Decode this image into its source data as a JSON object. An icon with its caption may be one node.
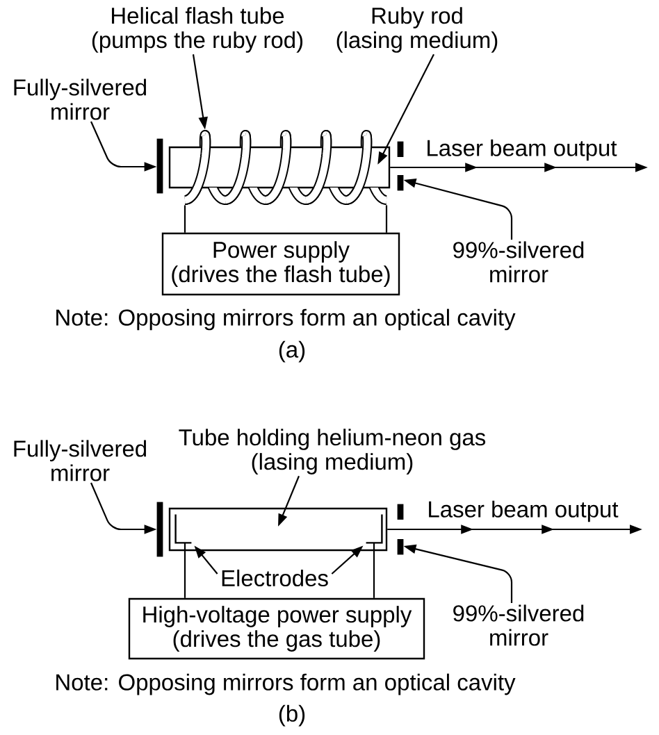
{
  "diagram": {
    "nodes": [
      {
        "text": [
          "Helical flash tube",
          "(pumps the ruby rod)"
        ]
      },
      {
        "text": [],
        "shape": "coil"
      },
      {
        "text": [
          "Fully-silvered mirror"
        ]
      },
      {
        "text": [],
        "shape": "bar"
      },
      {
        "text": [
          "Ruby rod",
          "(lasing medium)"
        ]
      },
      {
        "text": [],
        "shape": "box"
      },
      {
        "text": [],
        "shape": "bar"
      },
      {
        "text": [
          "99%-silvered mirror"
        ]
      },
      {
        "text": [
          "Power supply",
          "(drives the flash tube)"
        ]
      },
      {
        "text": [
          "Fully-silvered mirror"
        ]
      },
      {
        "text": [],
        "shape": "bar"
      },
      {
        "text": [
          "Tube holding helium-neon gas",
          "(lasing medium)"
        ]
      },
      {
        "text": [],
        "shape": "box"
      },
      {
        "text": [],
        "shape": "electrode",
        "in": 12
      },
      {
        "text": [],
        "shape": "electrode",
        "in": 12
      },
      {
        "text": [
          "Electrodes"
        ]
      },
      {
        "text": [],
        "shape": "bar"
      },
      {
        "text": [
          "99%-silvered mirror"
        ]
      },
      {
        "text": [
          "High-voltage power supply",
          "(drives the gas tube)"
        ]
      }
    ],
    "edges": [
      {
        "from": 0,
        "to": 1,
        "arrow": "to"
      },
      {
        "from": 2,
        "to": 3,
        "arrow": "to"
      },
      {
        "from": 4,
        "to": 5,
        "arrow": "to"
      },
      {
        "from": 5,
        "to": null,
        "arrow": "to",
        "label": "Laser beam output"
      },
      {
        "from": 7,
        "to": 6,
        "arrow": "to"
      },
      {
        "from": 1,
        "to": 8,
        "arrow": "none"
      },
      {
        "from": 1,
        "to": 8,
        "arrow": "none"
      },
      {
        "from": 9,
        "to": 10,
        "arrow": "to"
      },
      {
        "from": 11,
        "to": 12,
        "arrow": "to"
      },
      {
        "from": 12,
        "to": null,
        "arrow": "to",
        "label": "Laser beam output"
      },
      {
        "from": 15,
        "to": 13,
        "arrow": "to"
      },
      {
        "from": 15,
        "to": 14,
        "arrow": "to"
      },
      {
        "from": 17,
        "to": 16,
        "arrow": "to"
      },
      {
        "from": 13,
        "to": 18,
        "arrow": "none"
      },
      {
        "from": 14,
        "to": 18,
        "arrow": "none"
      }
    ],
    "labels": [
      "Note: Opposing mirrors form an optical cavity",
      "(a)",
      "Note: Opposing mirrors form an optical cavity",
      "(b)"
    ]
  }
}
